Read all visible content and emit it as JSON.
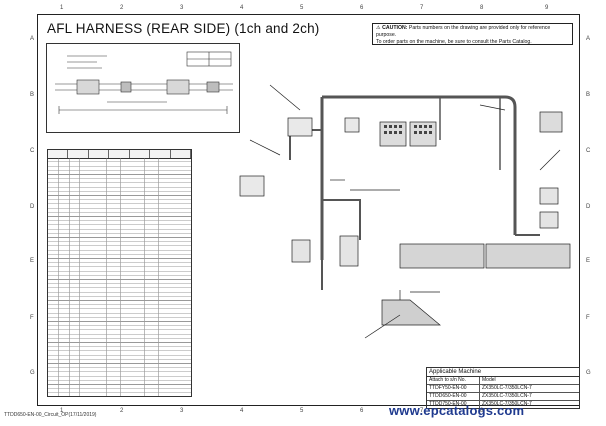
{
  "title": "AFL HARNESS (REAR SIDE) (1ch and 2ch)",
  "caution": {
    "label": "CAUTION:",
    "line1": "Parts numbers on the drawing are provided only for reference purpose.",
    "line2": "To order parts on the machine, be sure to consult the Parts Catalog."
  },
  "grid": {
    "columns": [
      "1",
      "2",
      "3",
      "4",
      "5",
      "6",
      "7",
      "8",
      "9"
    ],
    "rows": [
      "A",
      "B",
      "C",
      "D",
      "E",
      "F",
      "G"
    ]
  },
  "applicable_machine": {
    "caption": "Applicable Machine",
    "header_col1": "Attach to s/n No.",
    "header_col2": "Model",
    "rows": [
      {
        "sn": "TTDFY50-EN-00",
        "model": "ZX350LC-7/350LCN-7"
      },
      {
        "sn": "TTDD650-EN-00",
        "model": "ZX350LC-7/350LCN-7"
      },
      {
        "sn": "TTDD750-EN-00",
        "model": "ZX350LC-7/350LCN-7"
      }
    ]
  },
  "doc_ref": "TTDD650-EN-00_Circuit_OP(17/11/2019)",
  "watermark": "www.epcatalogs.com"
}
